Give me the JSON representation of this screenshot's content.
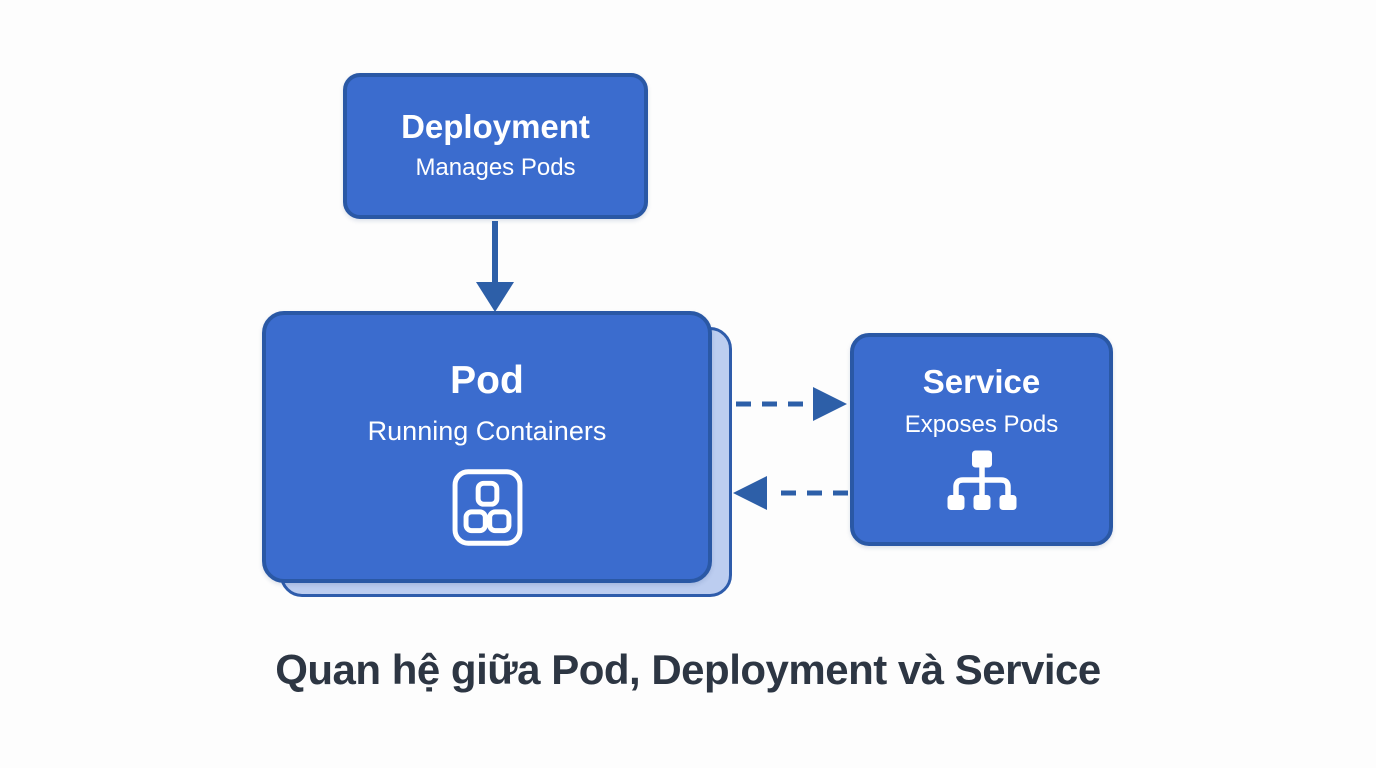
{
  "diagram": {
    "title": "Quan hệ giữa Pod, Deployment và Service",
    "nodes": {
      "deployment": {
        "label": "Deployment",
        "sublabel": "Manages Pods"
      },
      "pod": {
        "label": "Pod",
        "sublabel": "Running Containers",
        "icon": "containers-icon",
        "stacked": true
      },
      "service": {
        "label": "Service",
        "sublabel": "Exposes Pods",
        "icon": "sitemap-icon"
      }
    },
    "edges": [
      {
        "from": "Deployment",
        "to": "Pod",
        "style": "solid"
      },
      {
        "from": "Pod",
        "to": "Service",
        "style": "dashed"
      },
      {
        "from": "Service",
        "to": "Pod",
        "style": "dashed"
      }
    ],
    "colors": {
      "node_fill": "#3b6cce",
      "node_border": "#2a58a5",
      "stacked_card_fill": "#bccdf0",
      "stacked_card_border": "#2e5cab",
      "arrow": "#2d5fa8",
      "text_on_node": "#ffffff",
      "title_text": "#2d3643",
      "background": "#fdfdfd"
    }
  }
}
